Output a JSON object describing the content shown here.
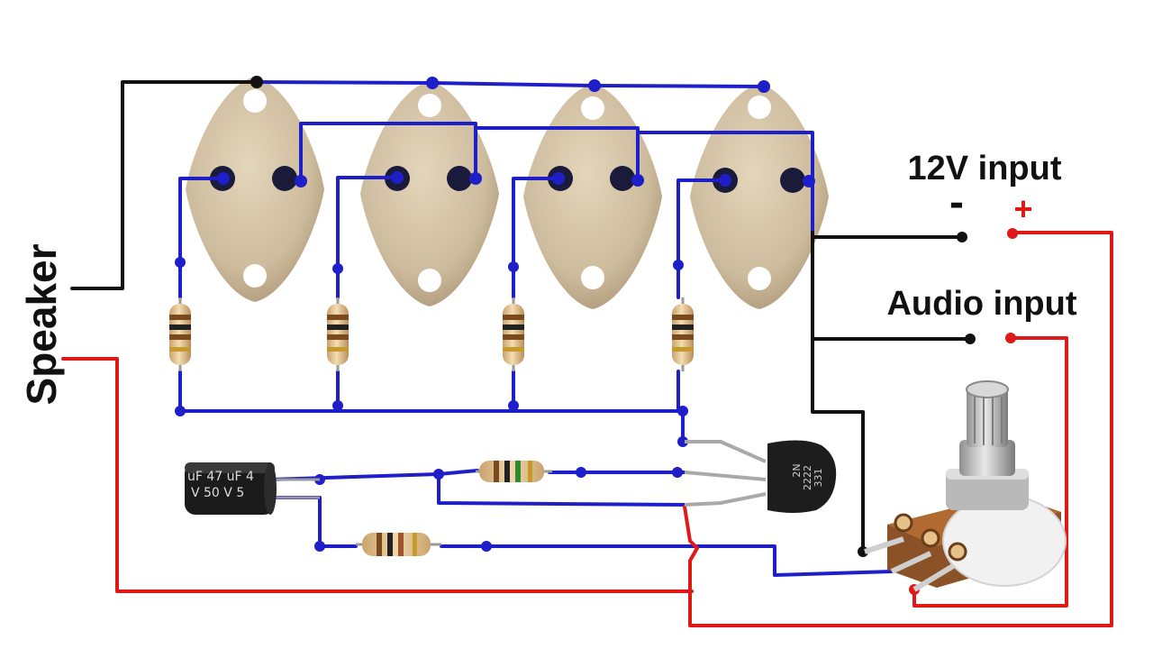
{
  "labels": {
    "speaker": "Speaker",
    "supply": "12V input",
    "supply_minus": "-",
    "supply_plus": "+",
    "audio": "Audio input"
  },
  "capacitor": {
    "marking_line1": "uF 47 uF 4",
    "marking_line2": "V 50 V 5"
  },
  "transistor_driver": {
    "marking_line1": "2N",
    "marking_line2": "2222",
    "marking_line3": "331"
  },
  "power_transistor_count": 4,
  "colors": {
    "signal_wire": "#1f1fc9",
    "ground_wire": "#111111",
    "positive_wire": "#e01818",
    "transistor_case": "#cdbb9d",
    "label_text": "#111111",
    "plus_sign": "#e01818"
  }
}
